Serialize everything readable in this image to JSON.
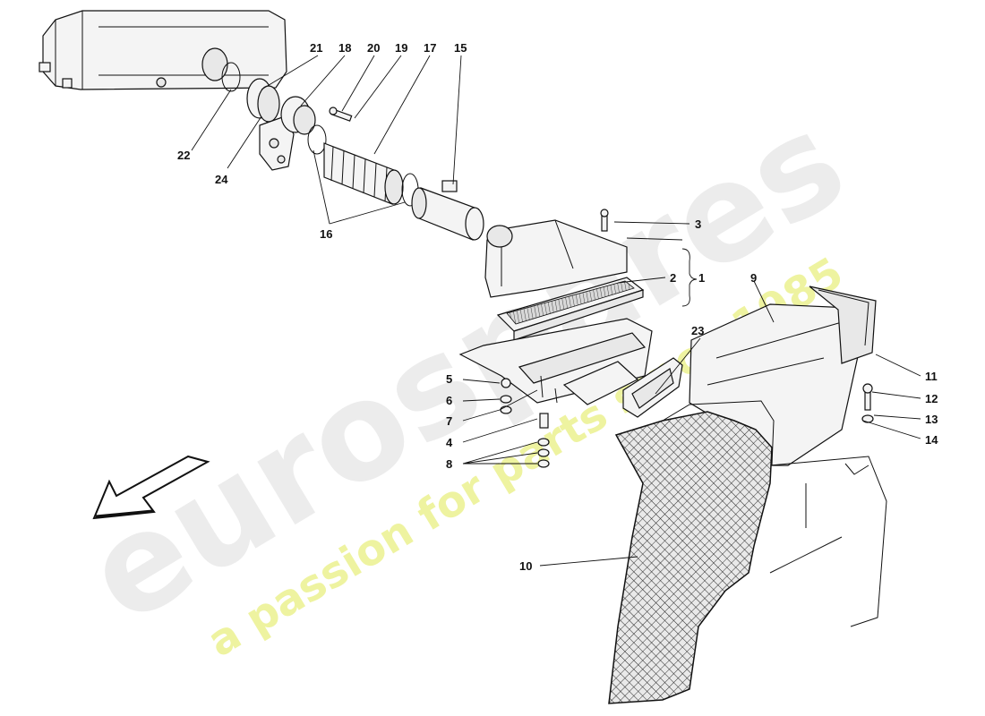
{
  "watermark": {
    "brand": "eurospares",
    "tagline": "a passion for parts since 1985",
    "colors": {
      "brand": "#ececec",
      "tagline": "#eef3a0"
    }
  },
  "callouts": [
    {
      "id": "c1",
      "text": "1"
    },
    {
      "id": "c2",
      "text": "2"
    },
    {
      "id": "c3",
      "text": "3"
    },
    {
      "id": "c4",
      "text": "4"
    },
    {
      "id": "c5",
      "text": "5"
    },
    {
      "id": "c6",
      "text": "6"
    },
    {
      "id": "c7",
      "text": "7"
    },
    {
      "id": "c8",
      "text": "8"
    },
    {
      "id": "c9",
      "text": "9"
    },
    {
      "id": "c10",
      "text": "10"
    },
    {
      "id": "c11",
      "text": "11"
    },
    {
      "id": "c12",
      "text": "12"
    },
    {
      "id": "c13",
      "text": "13"
    },
    {
      "id": "c14",
      "text": "14"
    },
    {
      "id": "c15",
      "text": "15"
    },
    {
      "id": "c16",
      "text": "16"
    },
    {
      "id": "c17",
      "text": "17"
    },
    {
      "id": "c18",
      "text": "18"
    },
    {
      "id": "c19",
      "text": "19"
    },
    {
      "id": "c20",
      "text": "20"
    },
    {
      "id": "c21",
      "text": "21"
    },
    {
      "id": "c22",
      "text": "22"
    },
    {
      "id": "c23",
      "text": "23"
    },
    {
      "id": "c24",
      "text": "24"
    }
  ],
  "icons": {
    "direction_arrow": "front-direction-arrow-icon"
  }
}
